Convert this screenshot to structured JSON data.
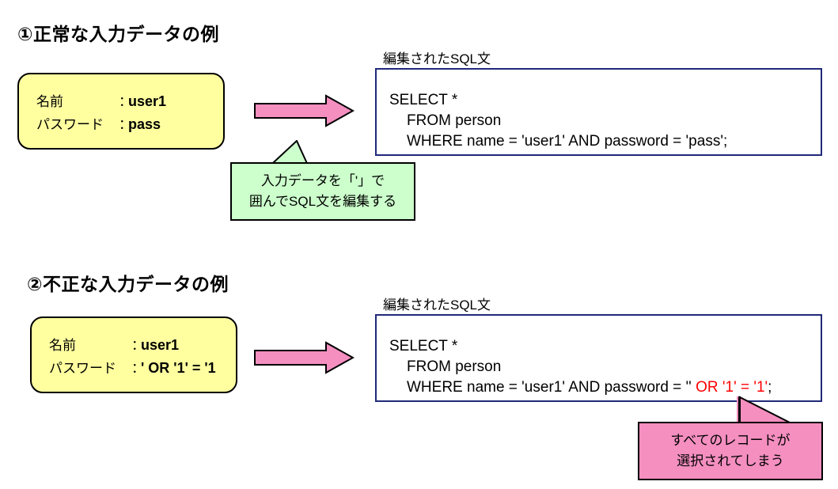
{
  "colors": {
    "input_box_fill": "#ffffa0",
    "input_box_border": "#000000",
    "sql_box_border": "#20297a",
    "arrow_fill": "#f48fc0",
    "arrow_border": "#000000",
    "green_callout_fill": "#ccffcc",
    "pink_callout_fill": "#f48fc0",
    "highlight_text": "#ff0000",
    "page_background": "#ffffff"
  },
  "sections": [
    {
      "id": "normal",
      "title": "①正常な入力データの例",
      "input": {
        "rows": [
          {
            "label": "名前",
            "colon": "：",
            "value": "user1"
          },
          {
            "label": "パスワード",
            "colon": "：",
            "value": "pass"
          }
        ]
      },
      "sql": {
        "caption": "編集されたSQL文",
        "lines": [
          {
            "indent": 0,
            "parts": [
              {
                "text": "SELECT *",
                "highlight": false
              }
            ]
          },
          {
            "indent": 1,
            "parts": [
              {
                "text": "FROM person",
                "highlight": false
              }
            ]
          },
          {
            "indent": 1,
            "parts": [
              {
                "text": "WHERE name = 'user1' AND password = 'pass';",
                "highlight": false
              }
            ]
          }
        ]
      },
      "callout": {
        "style": "green",
        "lines": [
          "入力データを「'」で",
          "囲んでSQL文を編集する"
        ]
      }
    },
    {
      "id": "malicious",
      "title": "②不正な入力データの例",
      "input": {
        "rows": [
          {
            "label": "名前",
            "colon": "：",
            "value": "user1"
          },
          {
            "label": "パスワード",
            "colon": "：",
            "value": "' OR '1' = '1"
          }
        ]
      },
      "sql": {
        "caption": "編集されたSQL文",
        "lines": [
          {
            "indent": 0,
            "parts": [
              {
                "text": "SELECT *",
                "highlight": false
              }
            ]
          },
          {
            "indent": 1,
            "parts": [
              {
                "text": "FROM person",
                "highlight": false
              }
            ]
          },
          {
            "indent": 1,
            "parts": [
              {
                "text": "WHERE name = 'user1' AND password = '' ",
                "highlight": false
              },
              {
                "text": "OR '1' = '1'",
                "highlight": true
              },
              {
                "text": ";",
                "highlight": false
              }
            ]
          }
        ]
      },
      "callout": {
        "style": "pink",
        "lines": [
          "すべてのレコードが",
          "選択されてしまう"
        ]
      }
    }
  ],
  "arrows": [
    {
      "name": "flow-arrow-normal"
    },
    {
      "name": "flow-arrow-malicious"
    }
  ]
}
